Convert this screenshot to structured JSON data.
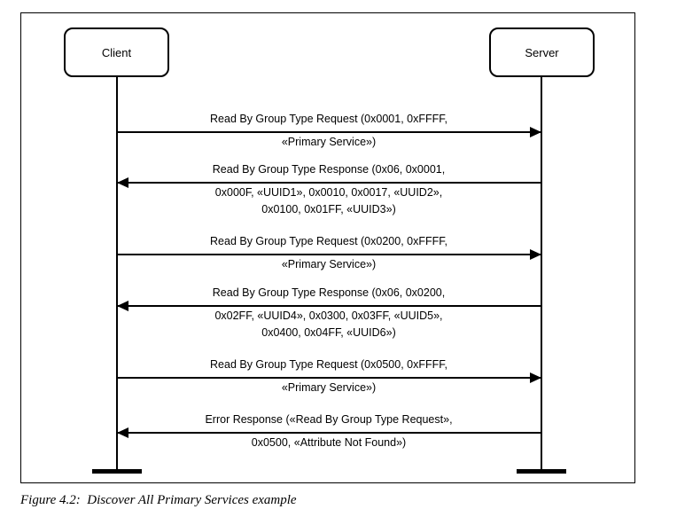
{
  "figure": {
    "caption": "Figure 4.2:  Discover All Primary Services example",
    "participants": [
      {
        "name": "Client",
        "role": "client"
      },
      {
        "name": "Server",
        "role": "server"
      }
    ],
    "messages": [
      {
        "index": 0,
        "direction": "client-to-server",
        "label_above": "Read By Group Type Request (0x0001, 0xFFFF,",
        "label_below": "«Primary Service»)"
      },
      {
        "index": 1,
        "direction": "server-to-client",
        "label_above": "Read By Group Type Response (0x06, 0x0001,",
        "label_below": "0x000F, «UUID1», 0x0010, 0x0017, «UUID2»,\n0x0100, 0x01FF, «UUID3»)"
      },
      {
        "index": 2,
        "direction": "client-to-server",
        "label_above": "Read By Group Type Request (0x0200, 0xFFFF,",
        "label_below": "«Primary Service»)"
      },
      {
        "index": 3,
        "direction": "server-to-client",
        "label_above": "Read By Group Type Response (0x06, 0x0200,",
        "label_below": "0x02FF, «UUID4», 0x0300, 0x03FF, «UUID5»,\n0x0400, 0x04FF, «UUID6»)"
      },
      {
        "index": 4,
        "direction": "client-to-server",
        "label_above": "Read By Group Type Request (0x0500, 0xFFFF,",
        "label_below": "«Primary Service»)"
      },
      {
        "index": 5,
        "direction": "server-to-client",
        "label_above": "Error Response («Read By Group Type Request»,",
        "label_below": "0x0500, «Attribute Not Found»)"
      }
    ],
    "colors": {
      "stroke": "#000000",
      "background": "#ffffff"
    }
  }
}
